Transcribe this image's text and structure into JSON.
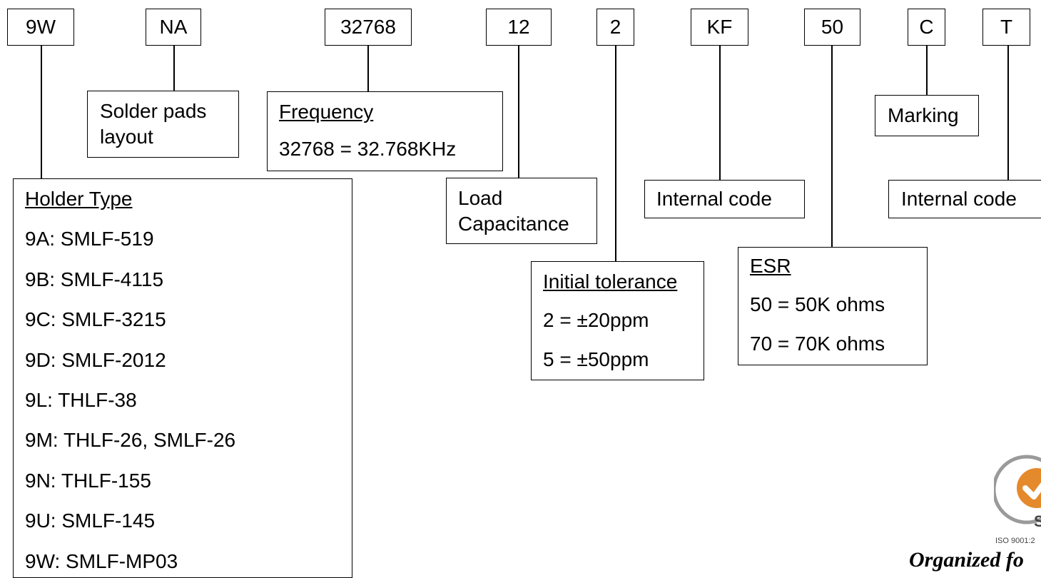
{
  "codes": [
    "9W",
    "NA",
    "32768",
    "12",
    "2",
    "KF",
    "50",
    "C",
    "T"
  ],
  "solder": {
    "line1": "Solder pads",
    "line2": "layout"
  },
  "frequency": {
    "title": "Frequency",
    "value": "32768 = 32.768KHz"
  },
  "holder": {
    "title": "Holder Type",
    "items": [
      "9A: SMLF-519",
      "9B: SMLF-4115",
      "9C: SMLF-3215",
      "9D: SMLF-2012",
      "9L: THLF-38",
      "9M: THLF-26, SMLF-26",
      "9N: THLF-155",
      "9U: SMLF-145",
      "9W: SMLF-MP03"
    ]
  },
  "load": {
    "line1": "Load",
    "line2": "Capacitance"
  },
  "tolerance": {
    "title": "Initial tolerance",
    "items": [
      "2 = ±20ppm",
      "5 = ±50ppm"
    ]
  },
  "internal_kf": "Internal code",
  "esr": {
    "title": "ESR",
    "items": [
      "50 = 50K ohms",
      "70 = 70K ohms"
    ]
  },
  "marking": "Marking",
  "internal_t": "Internal code",
  "cert": {
    "text": "ISO 9001:2",
    "letter": "S"
  },
  "footer": "Organized fo"
}
